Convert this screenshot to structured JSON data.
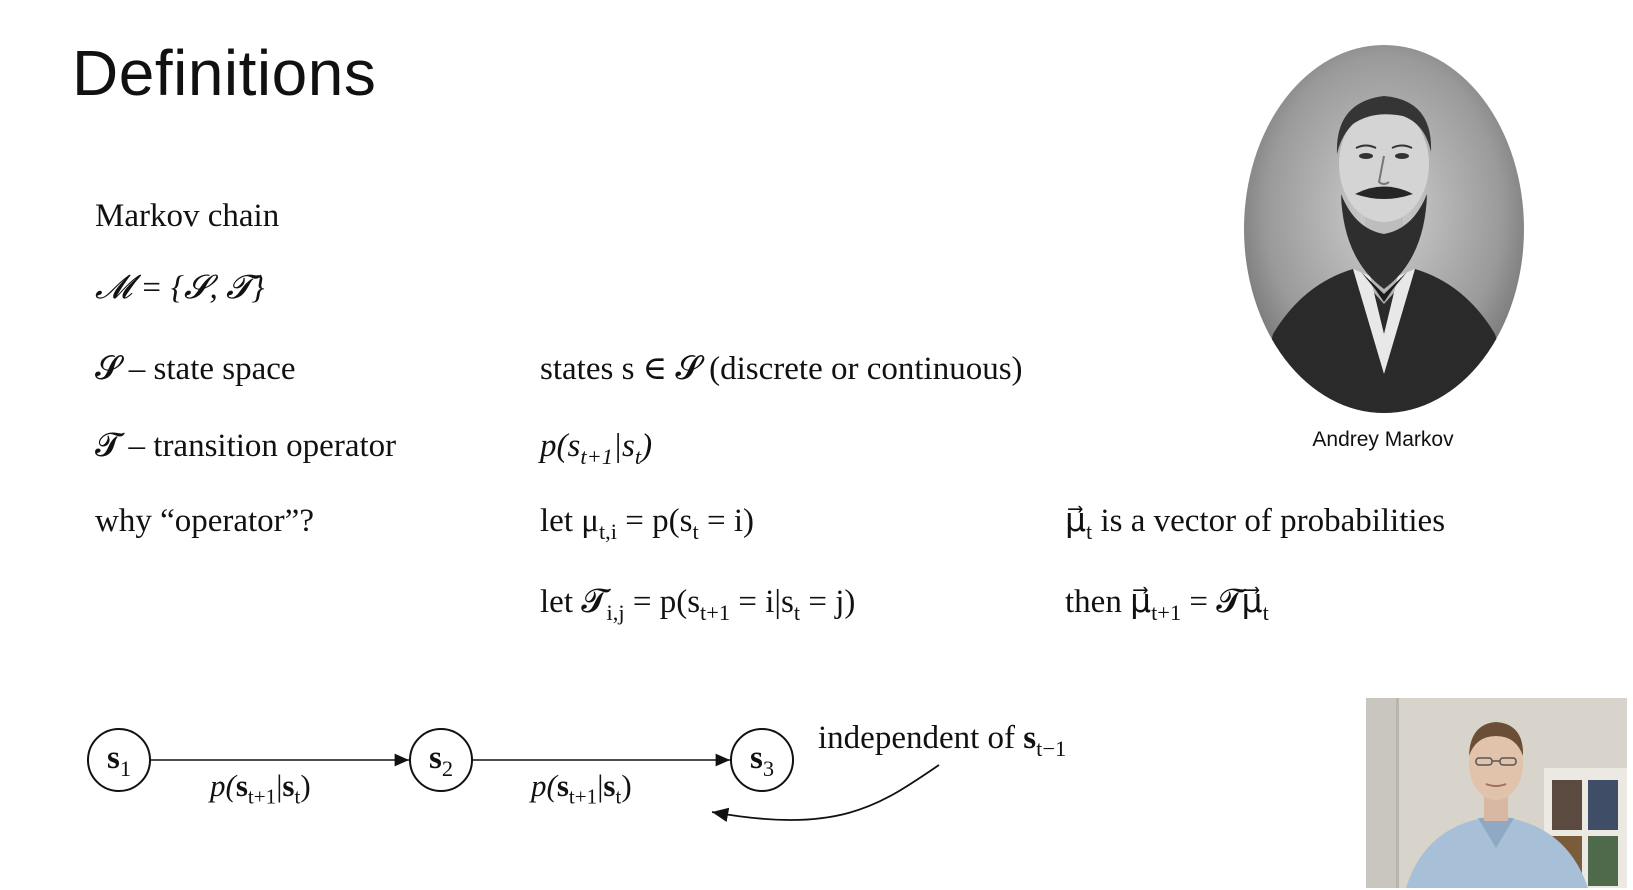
{
  "slide": {
    "title": "Definitions",
    "lines": {
      "markov_chain": "Markov chain",
      "model_def": "𝓜 = {𝓢, 𝓣}",
      "state_space": "𝓢 – state space",
      "transition_operator": "𝓣 – transition operator",
      "why_operator": "why “operator”?",
      "states": "states s ∈ 𝓢 (discrete or continuous)",
      "transition_prob": "p(s",
      "transition_prob_sub1": "t+1",
      "transition_prob_mid": "|s",
      "transition_prob_sub2": "t",
      "transition_prob_end": ")",
      "let_mu_a": "let μ",
      "let_mu_sub": "t,i",
      "let_mu_b": " = p(s",
      "let_mu_sub2": "t",
      "let_mu_c": " = i)",
      "let_T_a": "let 𝓣",
      "let_T_sub": "i,j",
      "let_T_b": " = p(s",
      "let_T_sub2": "t+1",
      "let_T_c": " = i|s",
      "let_T_sub3": "t",
      "let_T_d": " = j)",
      "mu_vec_a": "μ⃗",
      "mu_vec_sub": "t",
      "mu_vec_b": " is a vector of probabilities",
      "then_a": "then μ⃗",
      "then_sub": "t+1",
      "then_b": " = 𝓣μ⃗",
      "then_sub2": "t"
    },
    "portrait_caption": "Andrey Markov"
  },
  "diagram": {
    "nodes": [
      {
        "label": "s",
        "sub": "1"
      },
      {
        "label": "s",
        "sub": "2"
      },
      {
        "label": "s",
        "sub": "3"
      }
    ],
    "edge_label_a": "p(",
    "edge_label_s1": "s",
    "edge_label_sub1": "t+1",
    "edge_label_mid": "|",
    "edge_label_s2": "s",
    "edge_label_sub2": "t",
    "edge_label_end": ")",
    "note_a": "independent of ",
    "note_s": "s",
    "note_sub": "t−1"
  },
  "colors": {
    "text": "#111111",
    "background": "#ffffff"
  }
}
